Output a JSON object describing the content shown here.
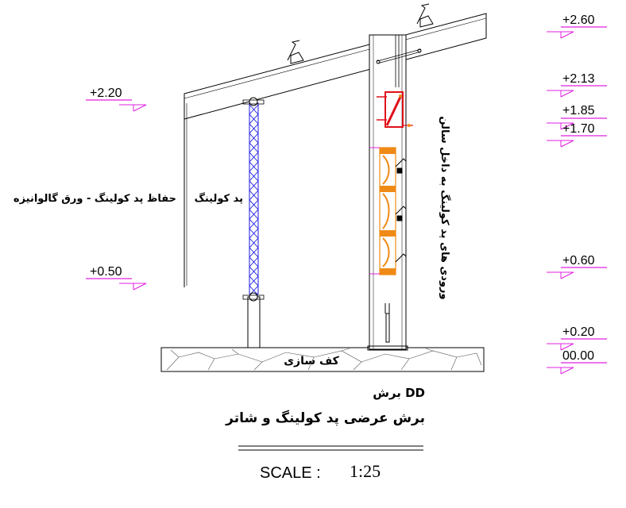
{
  "levels_right": [
    {
      "label": "+2.60"
    },
    {
      "label": "+2.13"
    },
    {
      "label": "+1.85"
    },
    {
      "label": "+1.70"
    },
    {
      "label": "+0.60"
    },
    {
      "label": "+0.20"
    },
    {
      "label": "00.00"
    }
  ],
  "levels_left": [
    {
      "label": "+2.20"
    },
    {
      "label": "+0.50"
    }
  ],
  "labels": {
    "guard": "حفاظ پد کولینگ - ورق گالوانیزه",
    "pad": "پد کولینگ",
    "inlets": "ورودی های پد کولینگ به داخل سالن",
    "floor": "کف سازی"
  },
  "titles": {
    "section": "برش DD",
    "subtitle": "برش عرضی پد کولینگ و شاتر"
  },
  "scale": {
    "label": "SCALE :",
    "value": "1:25"
  },
  "colors": {
    "line": "#000000",
    "truss": "#1a1ae6",
    "orange": "#f08a16",
    "red": "#e0101a",
    "magenta": "#e020e0",
    "text": "#000000"
  }
}
